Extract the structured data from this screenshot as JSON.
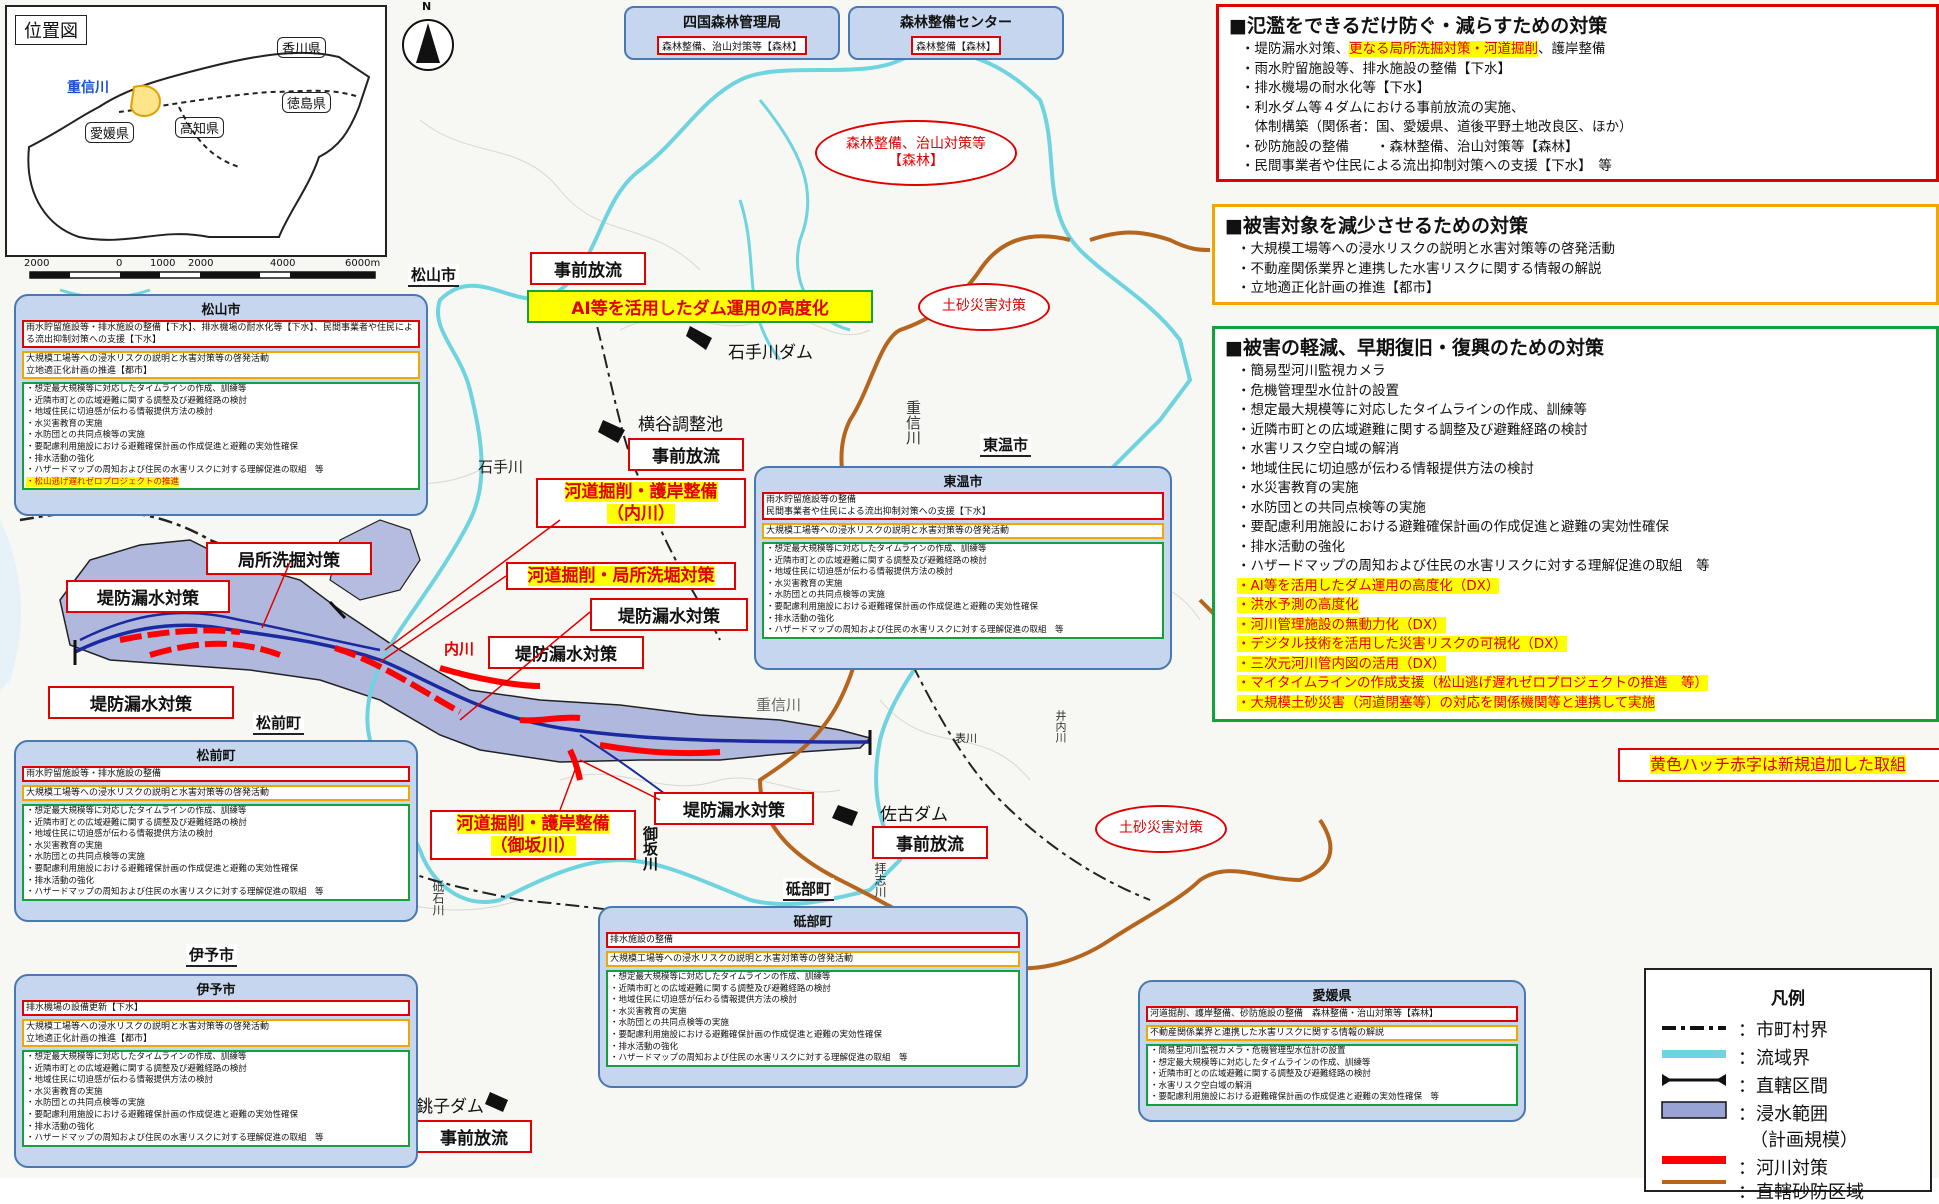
{
  "colors": {
    "inundation": "#9aa3d6",
    "river_channel": "#1b2aa0",
    "basin_boundary": "#6fd3e0",
    "sediment_area": "#b5651d",
    "river_measure": "#ff0000",
    "callout_border": "#e00000",
    "highlight": "#ffff00"
  },
  "inset": {
    "title": "位置図",
    "shigenobu": "重信川",
    "kagawa": "香川県",
    "ehime": "愛媛県",
    "tokushima": "徳島県",
    "kochi": "高知県",
    "scale_labels": [
      "2000",
      "0",
      "1000",
      "2000",
      "4000",
      "6000m"
    ],
    "compass": "N"
  },
  "top_boxes": [
    {
      "title": "四国森林管理局",
      "sub": "森林整備、治山対策等【森林】"
    },
    {
      "title": "森林整備センター",
      "sub": "森林整備【森林】"
    }
  ],
  "ovals": {
    "forest": "森林整備、治山対策等\n【森林】",
    "sediment1": "土砂災害対策",
    "sediment2": "土砂災害対策"
  },
  "callouts": {
    "jizen1": "事前放流",
    "jizen2": "事前放流",
    "jizen3": "事前放流",
    "jizen4": "事前放流",
    "ai_dam": "AI等を活用したダム運用の高度化",
    "kakyoku": "局所洗掘対策",
    "teibo1": "堤防漏水対策",
    "teibo2": "堤防漏水対策",
    "teibo3": "堤防漏水対策",
    "teibo4": "堤防漏水対策",
    "teibo5": "堤防漏水対策",
    "uchikawa": "河道掘削・護岸整備\n（内川）",
    "kyokusho": "河道掘削・局所洗堀対策",
    "misaka": "河道掘削・護岸整備\n（御坂川）"
  },
  "map_labels": {
    "ishite_dam": "石手川ダム",
    "yokotani": "横谷調整池",
    "ishite_river": "石手川",
    "uchikawa_red": "内川",
    "shigenobu_river": "重信川",
    "sako_dam": "佐古ダム",
    "choshi_dam": "銚子ダム",
    "matsuyama": "松山市",
    "toon": "東温市",
    "masaki": "松前町",
    "tobe": "砥部町",
    "iyo": "伊予市",
    "shigenobu_v": "重信川",
    "misaka_v": "御坂川",
    "haishi_v": "拝志川",
    "omote_v": "表川",
    "toishi_v": "砥石川",
    "inouchi_v": "井内川"
  },
  "municipal_boxes": [
    {
      "title": "松山市",
      "red": "雨水貯留施設等・排水施設の整備【下水】、排水機場の耐水化等【下水】、民間事業者や住民による流出抑制対策への支援【下水】",
      "orange": "大規模工場等への浸水リスクの説明と水害対策等の啓発活動\n立地適正化計画の推進【都市】",
      "green": [
        "・想定最大規模等に対応したタイムラインの作成、訓練等",
        "・近隣市町との広域避難に関する調整及び避難経路の検討",
        "・地域住民に切迫感が伝わる情報提供方法の検討",
        "・水災害教育の実施",
        "・水防団との共同点検等の実施",
        "・要配慮利用施設における避難確保計画の作成促進と避難の実効性確保",
        "・排水活動の強化",
        "・ハザードマップの周知および住民の水害リスクに対する理解促進の取組　等"
      ],
      "green_hl": "・松山逃げ遅れゼロプロジェクトの推進"
    },
    {
      "title": "東温市",
      "red": "雨水貯留施設等の整備\n民間事業者や住民による流出抑制対策への支援【下水】",
      "orange": "大規模工場等への浸水リスクの説明と水害対策等の啓発活動",
      "green": [
        "・想定最大規模等に対応したタイムラインの作成、訓練等",
        "・近隣市町との広域避難に関する調整及び避難経路の検討",
        "・地域住民に切迫感が伝わる情報提供方法の検討",
        "・水災害教育の実施",
        "・水防団との共同点検等の実施",
        "・要配慮利用施設における避難確保計画の作成促進と避難の実効性確保",
        "・排水活動の強化",
        "・ハザードマップの周知および住民の水害リスクに対する理解促進の取組　等"
      ]
    },
    {
      "title": "松前町",
      "red": "雨水貯留施設等・排水施設の整備",
      "orange": "大規模工場等への浸水リスクの説明と水害対策等の啓発活動",
      "green": [
        "・想定最大規模等に対応したタイムラインの作成、訓練等",
        "・近隣市町との広域避難に関する調整及び避難経路の検討",
        "・地域住民に切迫感が伝わる情報提供方法の検討",
        "・水災害教育の実施",
        "・水防団との共同点検等の実施",
        "・要配慮利用施設における避難確保計画の作成促進と避難の実効性確保",
        "・排水活動の強化",
        "・ハザードマップの周知および住民の水害リスクに対する理解促進の取組　等"
      ]
    },
    {
      "title": "砥部町",
      "red": "排水施設の整備",
      "orange": "大規模工場等への浸水リスクの説明と水害対策等の啓発活動",
      "green": [
        "・想定最大規模等に対応したタイムラインの作成、訓練等",
        "・近隣市町との広域避難に関する調整及び避難経路の検討",
        "・地域住民に切迫感が伝わる情報提供方法の検討",
        "・水災害教育の実施",
        "・水防団との共同点検等の実施",
        "・要配慮利用施設における避難確保計画の作成促進と避難の実効性確保",
        "・排水活動の強化",
        "・ハザードマップの周知および住民の水害リスクに対する理解促進の取組　等"
      ]
    },
    {
      "title": "伊予市",
      "red": "排水機場の設備更新【下水】",
      "orange": "大規模工場等への浸水リスクの説明と水害対策等の啓発活動\n立地適正化計画の推進【都市】",
      "green": [
        "・想定最大規模等に対応したタイムラインの作成、訓練等",
        "・近隣市町との広域避難に関する調整及び避難経路の検討",
        "・地域住民に切迫感が伝わる情報提供方法の検討",
        "・水災害教育の実施",
        "・水防団との共同点検等の実施",
        "・要配慮利用施設における避難確保計画の作成促進と避難の実効性確保",
        "・排水活動の強化",
        "・ハザードマップの周知および住民の水害リスクに対する理解促進の取組　等"
      ]
    },
    {
      "title": "愛媛県",
      "red": "河道掘削、護岸整備、砂防施設の整備　森林整備・治山対策等【森林】",
      "orange": "不動産関係業界と連携した水害リスクに関する情報の解説",
      "green": [
        "・簡易型河川監視カメラ・危機管理型水位計の設置",
        "・想定最大規模等に対応したタイムラインの作成、訓練等",
        "・近隣市町との広域避難に関する調整及び避難経路の検討",
        "・水害リスク空白域の解消",
        "・要配慮利用施設における避難確保計画の作成促進と避難の実効性確保　等"
      ]
    }
  ],
  "panels": {
    "p1": {
      "heading": "■氾濫をできるだけ防ぐ・減らすための対策",
      "items": [
        {
          "pre": "・堤防漏水対策、",
          "hl": "更なる局所洗掘対策・河道掘削",
          "post": "、護岸整備"
        },
        {
          "pre": "・雨水貯留施設等、排水施設の整備【下水】"
        },
        {
          "pre": "・排水機場の耐水化等【下水】"
        },
        {
          "pre": "・利水ダム等４ダムにおける事前放流の実施、"
        },
        {
          "pre": "　体制構築（関係者：国、愛媛県、道後平野土地改良区、ほか）"
        },
        {
          "pre": "・砂防施設の整備　　・森林整備、治山対策等【森林】"
        },
        {
          "pre": "・民間事業者や住民による流出抑制対策への支援【下水】　等"
        }
      ]
    },
    "p2": {
      "heading": "■被害対象を減少させるための対策",
      "items": [
        {
          "pre": "・大規模工場等への浸水リスクの説明と水害対策等の啓発活動"
        },
        {
          "pre": "・不動産関係業界と連携した水害リスクに関する情報の解説"
        },
        {
          "pre": "・立地適正化計画の推進【都市】"
        }
      ]
    },
    "p3": {
      "heading": "■被害の軽減、早期復旧・復興のための対策",
      "items": [
        {
          "pre": "・簡易型河川監視カメラ"
        },
        {
          "pre": "・危機管理型水位計の設置"
        },
        {
          "pre": "・想定最大規模等に対応したタイムラインの作成、訓練等"
        },
        {
          "pre": "・近隣市町との広域避難に関する調整及び避難経路の検討"
        },
        {
          "pre": "・水害リスク空白域の解消"
        },
        {
          "pre": "・地域住民に切迫感が伝わる情報提供方法の検討"
        },
        {
          "pre": "・水災害教育の実施"
        },
        {
          "pre": "・水防団との共同点検等の実施"
        },
        {
          "pre": "・要配慮利用施設における避難確保計画の作成促進と避難の実効性確保"
        },
        {
          "pre": "・排水活動の強化"
        },
        {
          "pre": "・ハザードマップの周知および住民の水害リスクに対する理解促進の取組　等"
        },
        {
          "hl": "・AI等を活用したダム運用の高度化（DX）"
        },
        {
          "hl": "・洪水予測の高度化"
        },
        {
          "hl": "・河川管理施設の無動力化（DX）"
        },
        {
          "hl": "・デジタル技術を活用した災害リスクの可視化（DX）"
        },
        {
          "hl": "・三次元河川管内図の活用（DX）"
        },
        {
          "hl": "・マイタイムラインの作成支援（松山逃げ遅れゼロプロジェクトの推進　等）"
        },
        {
          "hl": "・大規模土砂災害（河道閉塞等）の対応を関係機関等と連携して実施"
        }
      ]
    }
  },
  "note": "黄色ハッチ赤字は新規追加した取組",
  "legend": {
    "title": "凡例",
    "items": [
      "：市町村界",
      "：流域界",
      "：直轄区間",
      "：浸水範囲",
      "（計画規模）",
      "：河川対策",
      "：直轄砂防区域"
    ]
  }
}
